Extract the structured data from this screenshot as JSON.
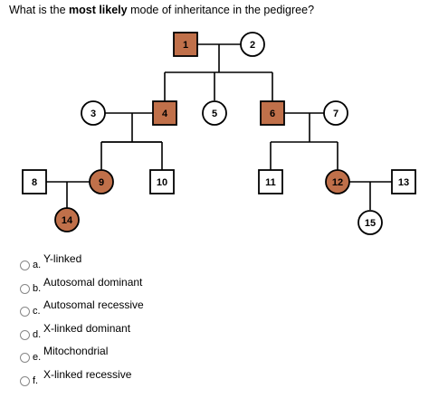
{
  "question": {
    "prefix": "What is the ",
    "bold": "most likely",
    "suffix": " mode of inheritance in the pedigree?"
  },
  "pedigree": {
    "affected_color": "#C0704A",
    "individuals": [
      {
        "id": "1",
        "shape": "square",
        "affected": true
      },
      {
        "id": "2",
        "shape": "circle",
        "affected": false
      },
      {
        "id": "3",
        "shape": "circle",
        "affected": false
      },
      {
        "id": "4",
        "shape": "square",
        "affected": true
      },
      {
        "id": "5",
        "shape": "circle",
        "affected": false
      },
      {
        "id": "6",
        "shape": "square",
        "affected": true
      },
      {
        "id": "7",
        "shape": "circle",
        "affected": false
      },
      {
        "id": "8",
        "shape": "square",
        "affected": false
      },
      {
        "id": "9",
        "shape": "circle",
        "affected": true
      },
      {
        "id": "10",
        "shape": "square",
        "affected": false
      },
      {
        "id": "11",
        "shape": "square",
        "affected": false
      },
      {
        "id": "12",
        "shape": "circle",
        "affected": true
      },
      {
        "id": "13",
        "shape": "square",
        "affected": false
      },
      {
        "id": "14",
        "shape": "circle",
        "affected": true
      },
      {
        "id": "15",
        "shape": "circle",
        "affected": false
      }
    ]
  },
  "options": [
    {
      "letter": "a.",
      "label": "Y-linked"
    },
    {
      "letter": "b.",
      "label": "Autosomal dominant"
    },
    {
      "letter": "c.",
      "label": "Autosomal recessive"
    },
    {
      "letter": "d.",
      "label": "X-linked dominant"
    },
    {
      "letter": "e.",
      "label": "Mitochondrial"
    },
    {
      "letter": "f.",
      "label": "X-linked recessive"
    }
  ]
}
